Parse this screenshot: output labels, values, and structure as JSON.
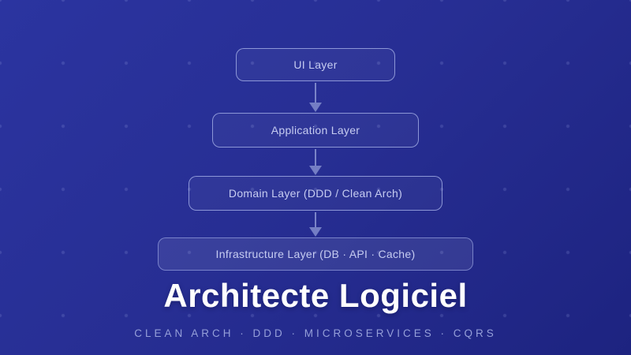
{
  "diagram": {
    "layers": [
      {
        "label": "UI Layer"
      },
      {
        "label": "Application Layer"
      },
      {
        "label": "Domain Layer (DDD / Clean Arch)"
      },
      {
        "label": "Infrastructure Layer (DB · API · Cache)"
      }
    ]
  },
  "footer": {
    "title": "Architecte Logiciel",
    "subtitle": "CLEAN ARCH · DDD · MICROSERVICES · CQRS"
  },
  "colors": {
    "background_start": "#2b34a0",
    "background_mid": "#272e93",
    "background_end": "#1d2380",
    "box_border": "#9ea8e2",
    "box_fill_infra": "#3a41a4",
    "box_label": "#c6ccf1",
    "arrow": "#7a84c8",
    "title": "#ffffff",
    "subtitle": "#959fd9",
    "dot_grid": "#aab4f0"
  }
}
